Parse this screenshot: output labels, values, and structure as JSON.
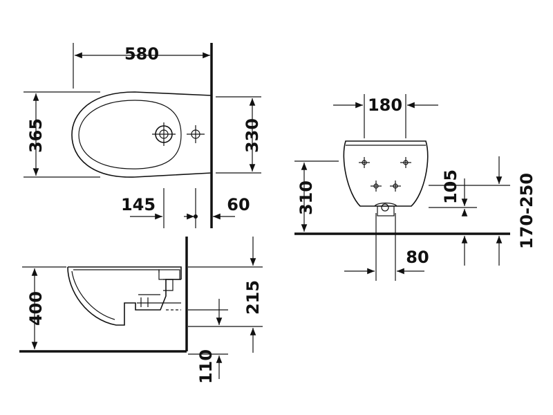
{
  "dimensions": {
    "top_width": "580",
    "top_depth": "365",
    "top_depth_to_wall": "330",
    "top_tap_offset": "145",
    "top_wall_offset": "60",
    "side_height": "400",
    "side_drain_height": "215",
    "side_bottom_gap": "110",
    "front_tap_spacing": "180",
    "front_rim_height": "310",
    "front_drain_height": "105",
    "front_inlet_range": "170-250",
    "front_drain_width": "80"
  },
  "colors": {
    "line": "#111111",
    "background": "#ffffff"
  }
}
